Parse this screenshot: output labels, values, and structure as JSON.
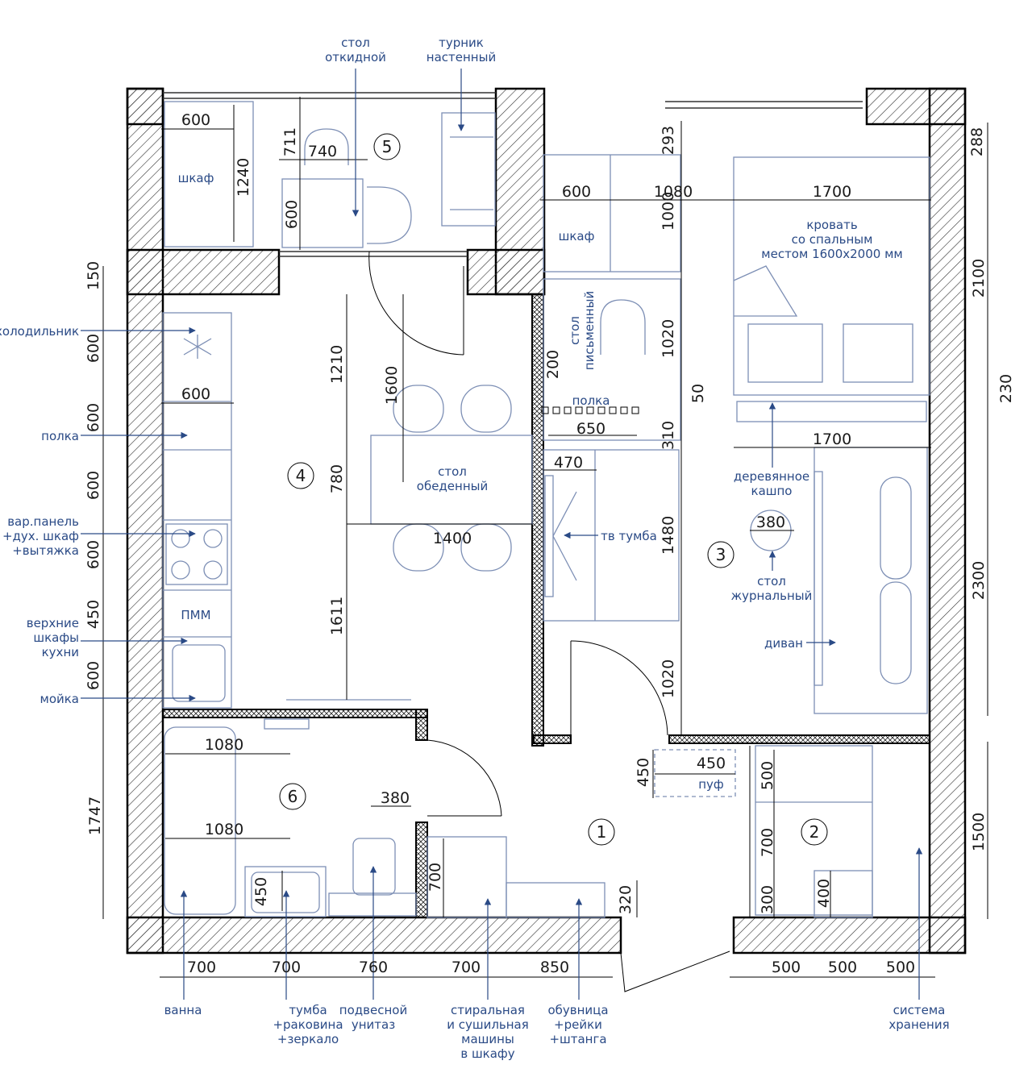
{
  "room_numbers": [
    "1",
    "2",
    "3",
    "4",
    "5",
    "6"
  ],
  "labels": {
    "fold_table": "стол откидной",
    "wall_bar": "турник настенный",
    "wardrobe_balcony": "шкаф",
    "wardrobe_bedroom": "шкаф",
    "bed": "кровать со спальным местом 1600х2000 мм",
    "fridge": "холодильник",
    "shelf_kitchen": "полка",
    "desk": "стол письменный",
    "shelf_desk": "полка",
    "dining_table": "стол обеденный",
    "tv_stand": "тв тумба",
    "planter": "деревянное кашпо",
    "coffee_table": "стол журнальный",
    "cooktop": "вар.панель +дух. шкаф +вытяжка",
    "upper_cabinets": "верхние шкафы кухни",
    "dishwasher": "ПММ",
    "sofa": "диван",
    "sink": "мойка",
    "pouf": "пуф",
    "bath": "ванна",
    "vanity": "тумба +раковина +зеркало",
    "toilet": "подвесной унитаз",
    "washer": "стиральная и сушильная машины в шкафу",
    "shoe_rack": "обувница +рейки +штанга",
    "storage": "система хранения"
  },
  "dimensions": {
    "d600_balcony": "600",
    "d1240": "1240",
    "d711": "711",
    "d740": "740",
    "d600_fold": "600",
    "d293": "293",
    "d288": "288",
    "d600_wardrobe": "600",
    "d1080_wardrobe": "1080",
    "d1000": "1000",
    "d1700_bed": "1700",
    "d2100": "2100",
    "d150": "150",
    "d600_k1": "600",
    "d1210": "1210",
    "d1020_desk": "1020",
    "d200": "200",
    "d1600": "1600",
    "d600_k_width": "600",
    "d600_k2": "600",
    "d50": "50",
    "d230": "230",
    "d650": "650",
    "d310": "310",
    "d1700_sofa": "1700",
    "d470": "470",
    "d600_k3": "600",
    "d780": "780",
    "d380_coffee": "380",
    "d1400": "1400",
    "d1480": "1480",
    "d600_k4": "600",
    "d2300": "2300",
    "d450_k": "450",
    "d1611": "1611",
    "d600_k5": "600",
    "d1020_door": "1020",
    "d1080_bath1": "1080",
    "d450_pouf_h": "450",
    "d450_pouf_w": "450",
    "d500_storage": "500",
    "d380_toilet": "380",
    "d1747": "1747",
    "d1080_bath2": "1080",
    "d700_closet": "700",
    "d1500": "1500",
    "d700_washer": "700",
    "d320": "320",
    "d450_vanity": "450",
    "d400": "400",
    "d300": "300",
    "b700_1": "700",
    "b700_2": "700",
    "b760": "760",
    "b700_3": "700",
    "b850": "850",
    "b500_1": "500",
    "b500_2": "500",
    "b500_3": "500"
  },
  "colors": {
    "furniture": "#7d8fb5",
    "labels": "#2a4a86",
    "walls": "#000000"
  }
}
